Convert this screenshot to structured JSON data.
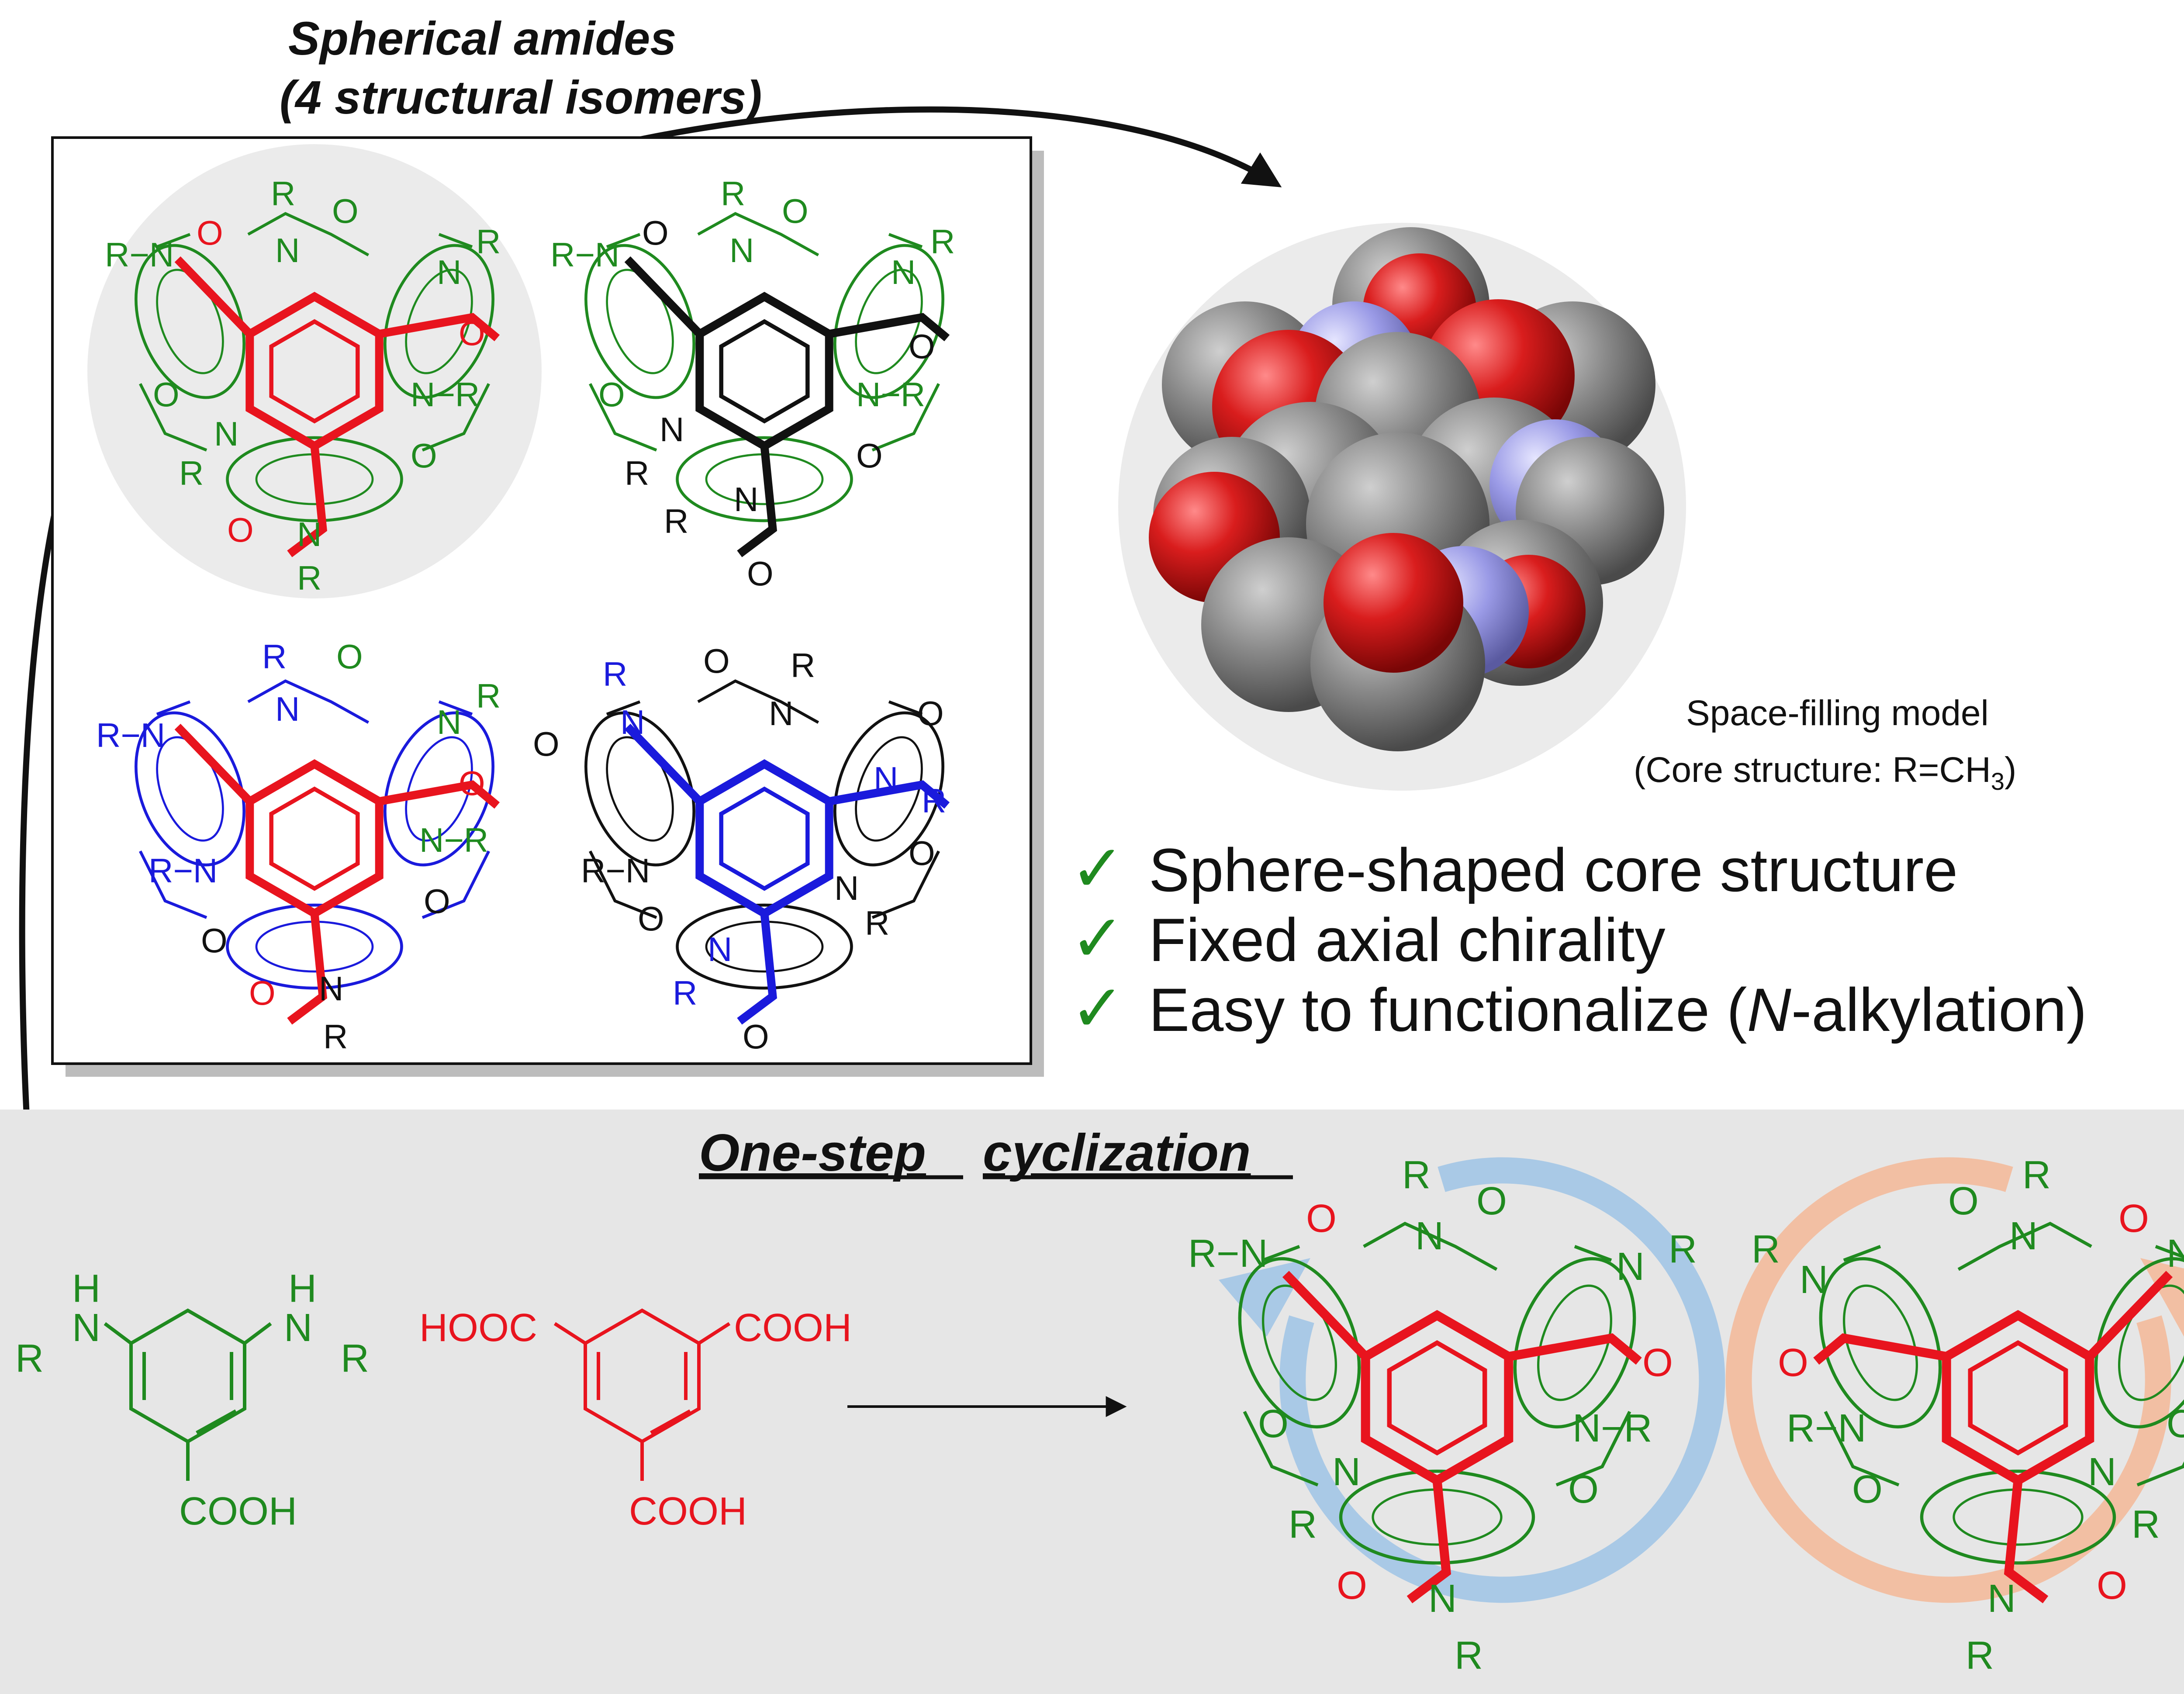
{
  "header": {
    "title_line1": "Spherical amides",
    "title_line2": "(4 structural isomers)"
  },
  "model": {
    "caption_line1": "Space-filling model",
    "caption_line2_prefix": "(Core structure: R=CH",
    "caption_line2_sub": "3",
    "caption_line2_suffix": ")"
  },
  "benefits": [
    {
      "check": "✓",
      "text": "Sphere-shaped core structure"
    },
    {
      "check": "✓",
      "text": "Fixed axial chirality"
    },
    {
      "check": "✓",
      "text_pre": "Easy to functionalize (",
      "text_italic": "N",
      "text_post": "-alkylation)"
    }
  ],
  "synthesis": {
    "title_part1": "One-step",
    "title_part2": "cyclization",
    "reagent1": {
      "h": "H",
      "n": "N",
      "r": "R",
      "acid": "COOH"
    },
    "reagent2": {
      "left": "HOOC",
      "right": "COOH",
      "bottom": "COOH"
    }
  },
  "atoms": {
    "r": "R",
    "n": "N",
    "o": "O",
    "rn": "R−N",
    "nr": "N−R"
  },
  "colors": {
    "green": "#1f8a1f",
    "red": "#e8141e",
    "blue": "#1a1adc",
    "black": "#111111",
    "blue_arrow": "#a9c9e6",
    "orange_arrow": "#f2bfa3",
    "panel_gray": "#e6e6e6",
    "circle_gray": "#ebebeb"
  }
}
